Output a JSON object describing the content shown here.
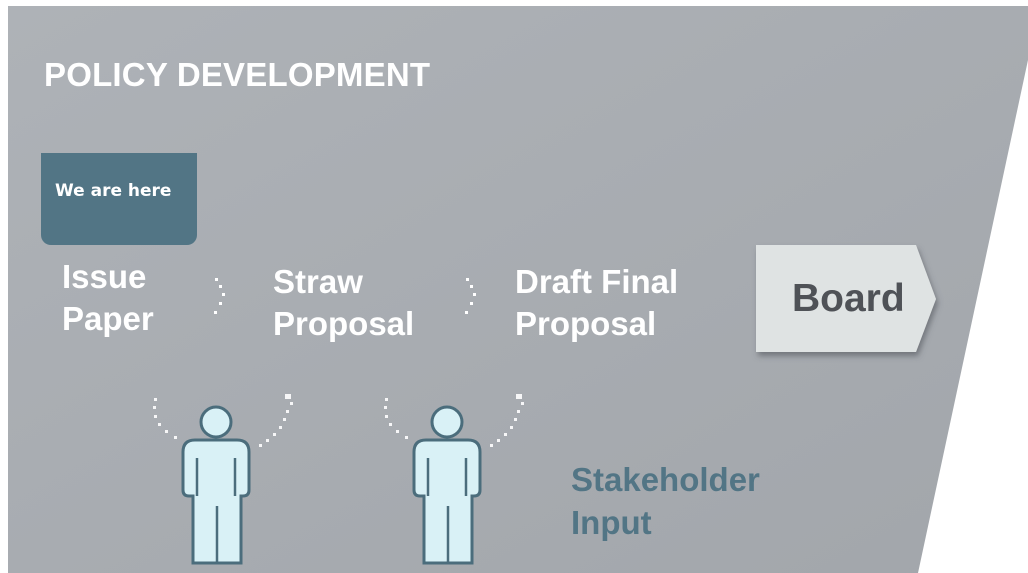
{
  "title": "POLICY DEVELOPMENT",
  "badge": {
    "label": "We are here"
  },
  "steps": [
    {
      "line1": "Issue",
      "line2": "Paper"
    },
    {
      "line1": "Straw",
      "line2": "Proposal"
    },
    {
      "line1": "Draft Final",
      "line2": "Proposal"
    }
  ],
  "board": {
    "label": "Board"
  },
  "stakeholder": {
    "line1": "Stakeholder",
    "line2": "Input"
  },
  "icons": [
    "dotted-connector-icon",
    "stakeholder-person-icon",
    "board-arrow-icon"
  ],
  "colors": {
    "panel": "#a9adb2",
    "badge": "#527585",
    "board_box": "#dfe3e3",
    "stakeholder_text": "#527585",
    "person_fill": "#d9f1f6",
    "person_stroke": "#4b6d7c"
  }
}
